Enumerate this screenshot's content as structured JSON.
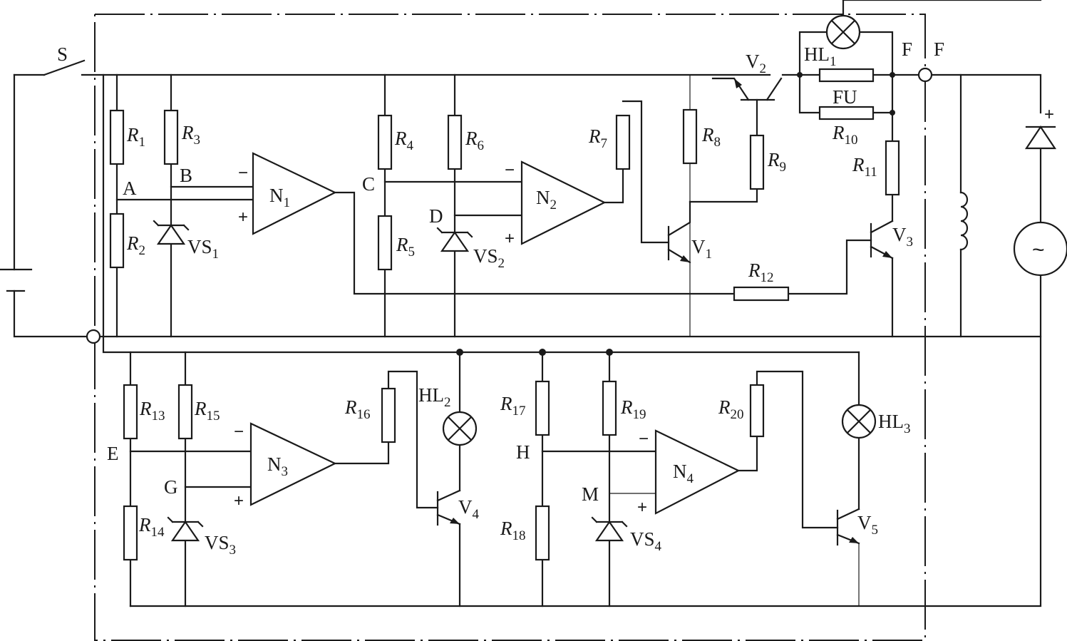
{
  "diagram": {
    "nodes": [
      "A",
      "B",
      "C",
      "D",
      "E",
      "G",
      "H",
      "M",
      "F",
      "F"
    ],
    "switch": "S",
    "resistors": [
      {
        "main": "R",
        "sub": "1"
      },
      {
        "main": "R",
        "sub": "2"
      },
      {
        "main": "R",
        "sub": "3"
      },
      {
        "main": "R",
        "sub": "4"
      },
      {
        "main": "R",
        "sub": "5"
      },
      {
        "main": "R",
        "sub": "6"
      },
      {
        "main": "R",
        "sub": "7"
      },
      {
        "main": "R",
        "sub": "8"
      },
      {
        "main": "R",
        "sub": "9"
      },
      {
        "main": "R",
        "sub": "10"
      },
      {
        "main": "R",
        "sub": "11"
      },
      {
        "main": "R",
        "sub": "12"
      },
      {
        "main": "R",
        "sub": "13"
      },
      {
        "main": "R",
        "sub": "14"
      },
      {
        "main": "R",
        "sub": "15"
      },
      {
        "main": "R",
        "sub": "16"
      },
      {
        "main": "R",
        "sub": "17"
      },
      {
        "main": "R",
        "sub": "18"
      },
      {
        "main": "R",
        "sub": "19"
      },
      {
        "main": "R",
        "sub": "20"
      }
    ],
    "opamps": [
      {
        "main": "N",
        "sub": "1"
      },
      {
        "main": "N",
        "sub": "2"
      },
      {
        "main": "N",
        "sub": "3"
      },
      {
        "main": "N",
        "sub": "4"
      }
    ],
    "zeners": [
      {
        "main": "VS",
        "sub": "1"
      },
      {
        "main": "VS",
        "sub": "2"
      },
      {
        "main": "VS",
        "sub": "3"
      },
      {
        "main": "VS",
        "sub": "4"
      }
    ],
    "transistors": [
      {
        "main": "V",
        "sub": "1"
      },
      {
        "main": "V",
        "sub": "2"
      },
      {
        "main": "V",
        "sub": "3"
      },
      {
        "main": "V",
        "sub": "4"
      },
      {
        "main": "V",
        "sub": "5"
      }
    ],
    "lamps": [
      {
        "main": "HL",
        "sub": "1"
      },
      {
        "main": "HL",
        "sub": "2"
      },
      {
        "main": "HL",
        "sub": "3"
      }
    ],
    "fuse": "FU",
    "signs": {
      "plus": "+",
      "minus": "−",
      "ac": "~"
    }
  }
}
